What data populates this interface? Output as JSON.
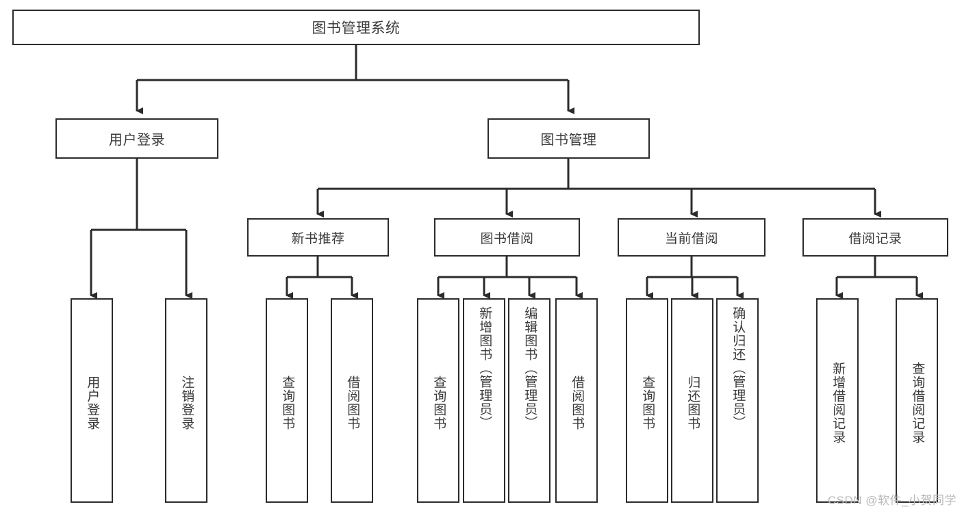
{
  "diagram": {
    "title": "图书管理系统",
    "type": "tree",
    "watermark": "CSDN @软件_小贺同学",
    "colors": {
      "background": "#ffffff",
      "box_border": "#2b2b2b",
      "box_fill": "#ffffff",
      "text": "#3a3a3a",
      "connector": "#2b2b2b",
      "watermark": "#b9b9b9"
    },
    "root": {
      "label": "图书管理系统"
    },
    "level2": [
      {
        "label": "用户登录"
      },
      {
        "label": "图书管理"
      }
    ],
    "level3": [
      {
        "label": "新书推荐"
      },
      {
        "label": "图书借阅"
      },
      {
        "label": "当前借阅"
      },
      {
        "label": "借阅记录"
      }
    ],
    "leaves": {
      "user_login": [
        {
          "label": "用户登录"
        },
        {
          "label": "注销登录"
        }
      ],
      "new_book_recommend": [
        {
          "label": "查询图书"
        },
        {
          "label": "借阅图书"
        }
      ],
      "book_borrow": [
        {
          "label": "查询图书"
        },
        {
          "label": "新增图书（管理员）"
        },
        {
          "label": "编辑图书（管理员）"
        },
        {
          "label": "借阅图书"
        }
      ],
      "current_borrow": [
        {
          "label": "查询图书"
        },
        {
          "label": "归还图书"
        },
        {
          "label": "确认归还（管理员）"
        }
      ],
      "borrow_record": [
        {
          "label": "新增借阅记录"
        },
        {
          "label": "查询借阅记录"
        }
      ]
    }
  }
}
